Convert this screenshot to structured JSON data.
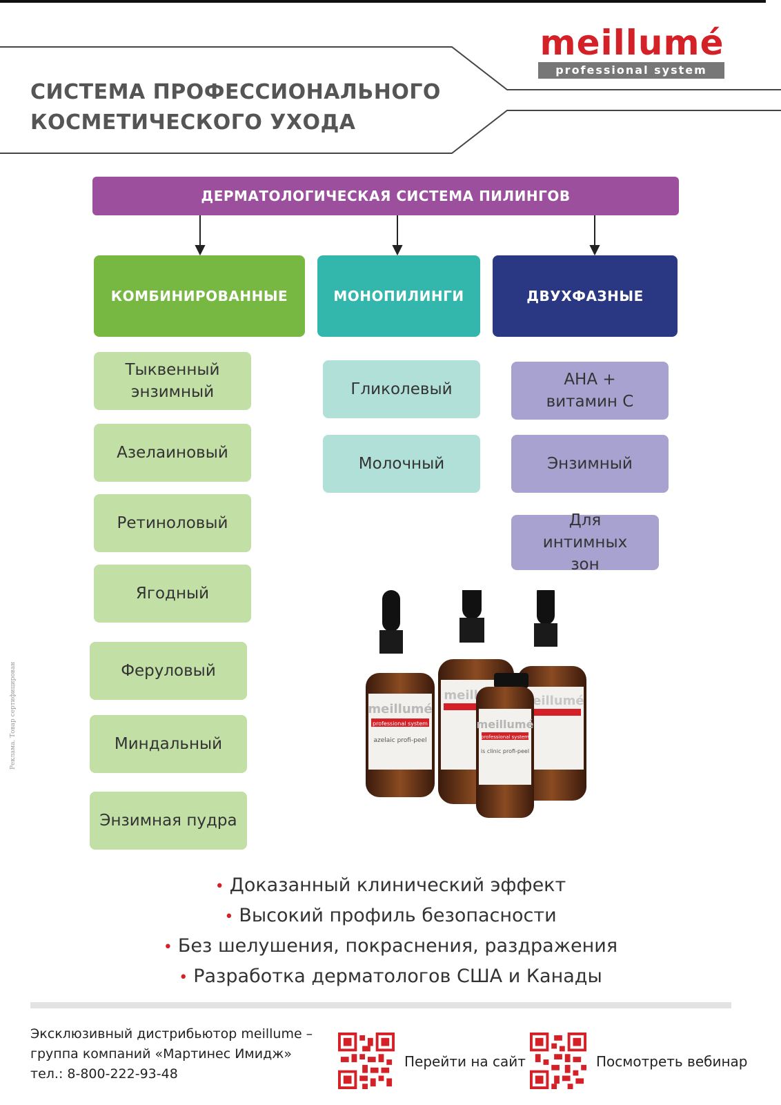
{
  "brand": {
    "name": "meillumé",
    "tagline": "professional system",
    "accent_color": "#d42127"
  },
  "headline": {
    "line1": "СИСТЕМА ПРОФЕССИОНАЛЬНОГО",
    "line2": "КОСМЕТИЧЕСКОГО УХОДА"
  },
  "system_title": "ДЕРМАТОЛОГИЧЕСКАЯ СИСТЕМА ПИЛИНГОВ",
  "categories": [
    {
      "title": "КОМБИНИРОВАННЫЕ",
      "color": "#77b843",
      "items": [
        "Тыквенный энзимный",
        "Азелаиновый",
        "Ретиноловый",
        "Ягодный",
        "Феруловый",
        "Миндальный",
        "Энзимная пудра"
      ]
    },
    {
      "title": "МОНОПИЛИНГИ",
      "color": "#33b7ac",
      "items": [
        "Гликолевый",
        "Молочный"
      ]
    },
    {
      "title": "ДВУХФАЗНЫЕ",
      "color": "#2a3782",
      "items": [
        "АНА + витамин С",
        "Энзимный",
        "Для интимных зон"
      ]
    }
  ],
  "bottles": {
    "brand": "meillumé",
    "tagline": "professional system",
    "labels": [
      "azelaic profi-peel",
      "is clinic profi-peel"
    ]
  },
  "benefits": [
    "Доказанный клинический эффект",
    "Высокий профиль безопасности",
    "Без шелушения, покраснения, раздражения",
    "Разработка дерматологов США и Канады"
  ],
  "distributor": {
    "line1": "Эксклюзивный дистрибьютор meillume –",
    "line2": "группа компаний «Мартинес Имидж»",
    "phone": "тел.: 8-800-222-93-48"
  },
  "qr_links": [
    {
      "label": "Перейти на сайт",
      "icon": "qr-code-icon"
    },
    {
      "label": "Посмотреть вебинар",
      "icon": "qr-code-icon"
    }
  ],
  "side_note": "Реклама. Товар сертифицирован"
}
